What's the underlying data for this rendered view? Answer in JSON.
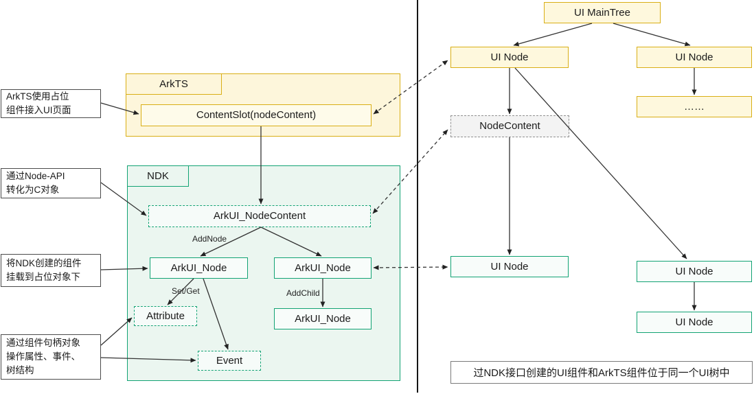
{
  "annotations": [
    {
      "lines": [
        "ArkTS使用占位",
        "组件接入UI页面"
      ]
    },
    {
      "lines": [
        "通过Node-API",
        "转化为C对象"
      ]
    },
    {
      "lines": [
        "将NDK创建的组件",
        "挂载到占位对象下"
      ]
    },
    {
      "lines": [
        "通过组件句柄对象",
        "操作属性、事件、",
        "树结构"
      ]
    }
  ],
  "arkts": {
    "tab_label": "ArkTS",
    "content_slot_label": "ContentSlot(nodeContent)"
  },
  "ndk": {
    "tab_label": "NDK",
    "node_content_label": "ArkUI_NodeContent",
    "node_left_label": "ArkUI_Node",
    "node_right_label": "ArkUI_Node",
    "node_child_label": "ArkUI_Node",
    "attribute_label": "Attribute",
    "event_label": "Event",
    "edge_labels": {
      "add_node": "AddNode",
      "set_get": "Set/Get",
      "add_child": "AddChild"
    }
  },
  "tree": {
    "main_tree_label": "UI MainTree",
    "ui_node_top_left_label": "UI Node",
    "ui_node_top_right_label": "UI Node",
    "ellipsis_label": "……",
    "node_content_label": "NodeContent",
    "ui_node_green_left_label": "UI Node",
    "ui_node_green_right_label": "UI Node",
    "ui_node_green_child_label": "UI Node"
  },
  "caption": "过NDK接口创建的UI组件和ArkTS组件位于同一个UI树中",
  "colors": {
    "gold_border": "#D9AE14",
    "yellow_fill": "#FDF6DB",
    "teal_border": "#11A273",
    "green_fill": "#EBF6F0",
    "gray_dash_border": "#909090"
  }
}
